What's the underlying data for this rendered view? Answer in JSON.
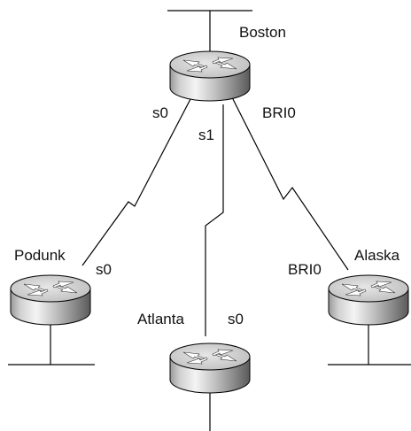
{
  "routers": {
    "boston": {
      "name": "Boston"
    },
    "podunk": {
      "name": "Podunk"
    },
    "atlanta": {
      "name": "Atlanta"
    },
    "alaska": {
      "name": "Alaska"
    }
  },
  "interfaces": {
    "boston_s0": "s0",
    "boston_s1": "s1",
    "boston_bri0": "BRI0",
    "podunk_s0": "s0",
    "atlanta_s0": "s0",
    "alaska_bri0": "BRI0"
  },
  "colors": {
    "router_top": "#d8d8d8",
    "router_side_light": "#f2f2f2",
    "router_side_dark": "#6e6e6e",
    "line": "#000000"
  }
}
